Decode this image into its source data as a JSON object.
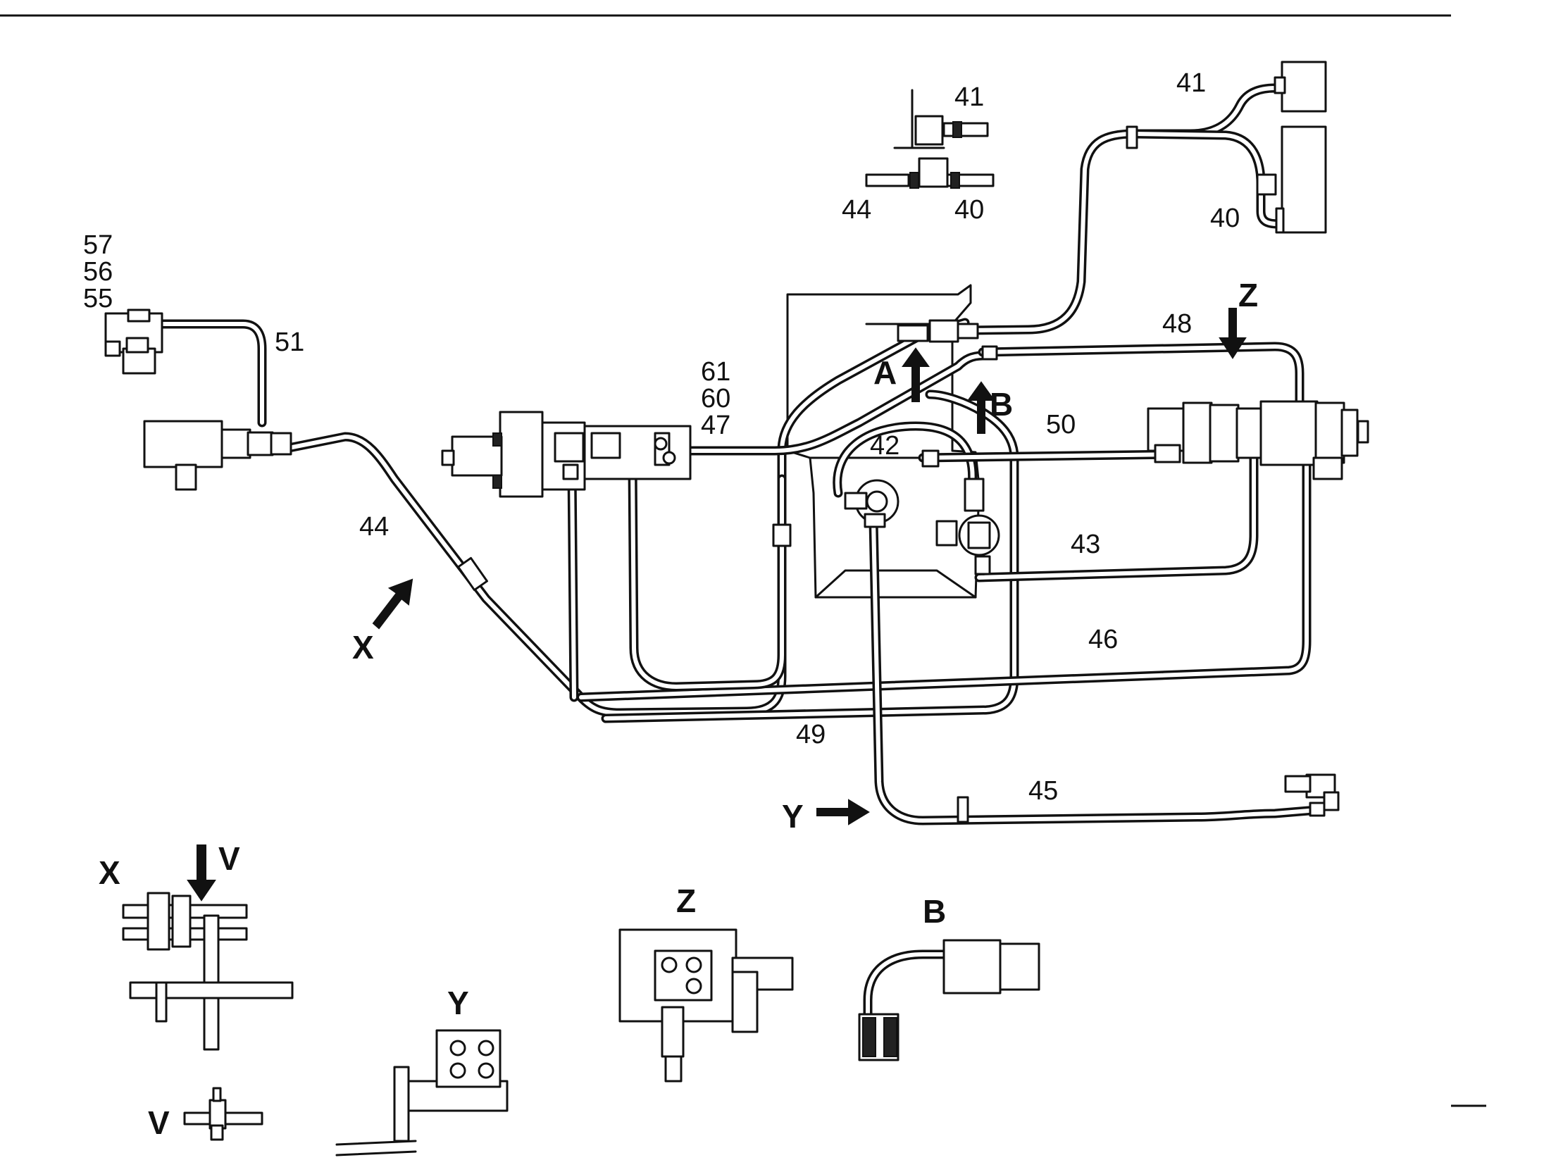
{
  "callouts": {
    "c41_top": "41",
    "c40_top": "40",
    "c44_top": "44",
    "c41_right": "41",
    "c40_right": "40",
    "c57": "57",
    "c56": "56",
    "c55": "55",
    "c51": "51",
    "c44_left": "44",
    "c61": "61",
    "c60": "60",
    "c47": "47",
    "c42": "42",
    "c50": "50",
    "c48": "48",
    "c43": "43",
    "c46": "46",
    "c49": "49",
    "c45": "45"
  },
  "view_markers": {
    "A": "A",
    "B": "B",
    "Z": "Z",
    "X": "X",
    "Y": "Y"
  },
  "detail_views": {
    "x_title": "X",
    "v_arrow": "V",
    "v_title": "V",
    "y_title": "Y",
    "z_title": "Z",
    "b_title": "B"
  }
}
